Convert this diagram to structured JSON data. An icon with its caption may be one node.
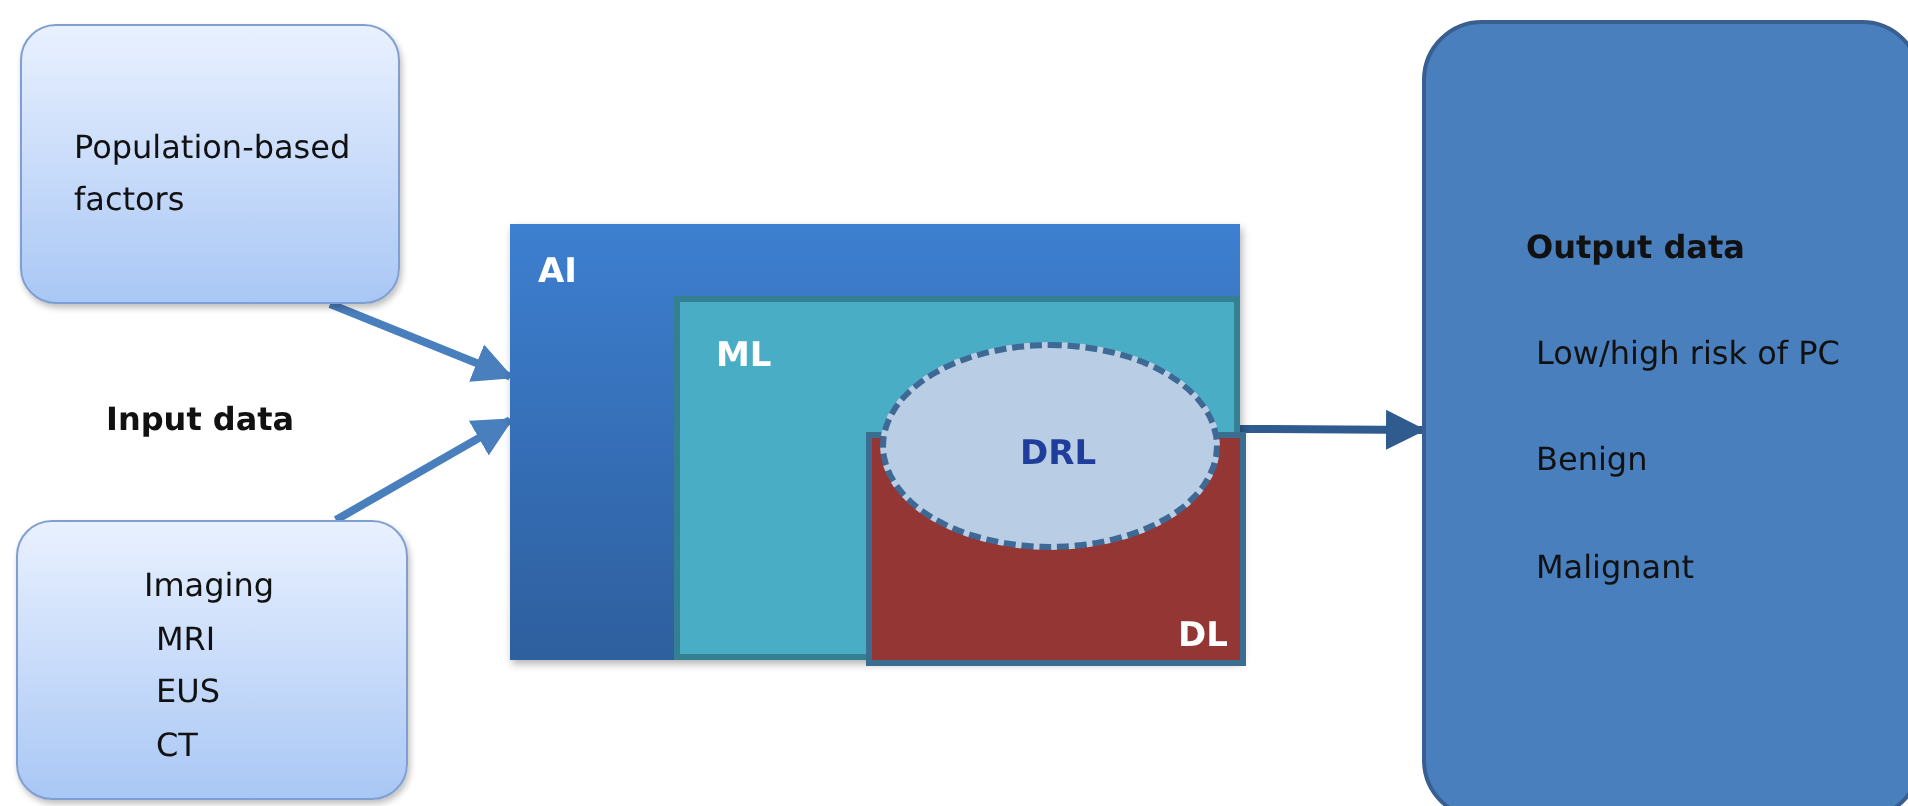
{
  "diagram": {
    "nodes": [
      {
        "text": [
          "Population-based factors"
        ]
      },
      {
        "text": [
          "Imaging",
          "MRI",
          "EUS",
          "CT"
        ]
      },
      {
        "text": [
          "AI"
        ]
      },
      {
        "text": [
          "ML"
        ],
        "in": 2
      },
      {
        "text": [
          "DL"
        ],
        "in": 3
      },
      {
        "text": [
          "DRL"
        ],
        "in": 3
      },
      {
        "text": [
          "Output data",
          "Low/high risk of PC",
          "Benign",
          "Malignant"
        ]
      }
    ],
    "edges": [
      {
        "from": 0,
        "to": 2,
        "arrow": "to"
      },
      {
        "from": 1,
        "to": 2,
        "arrow": "to"
      },
      {
        "from": 2,
        "to": 6,
        "arrow": "to",
        "color": "#2f5b8f"
      }
    ],
    "labels": [
      "Input data"
    ]
  }
}
